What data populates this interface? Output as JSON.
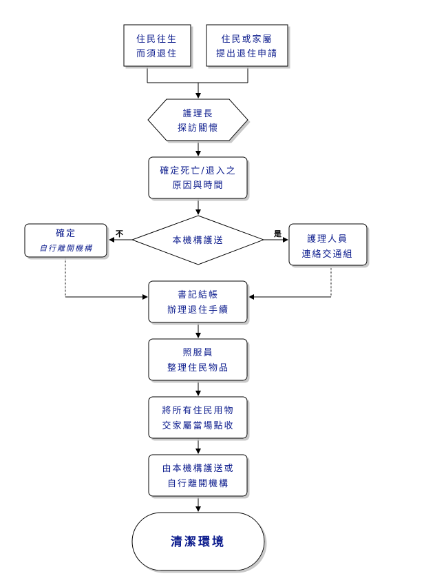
{
  "nodes": {
    "start_left": {
      "line1": "住民往生",
      "line2": "而須退住"
    },
    "start_right": {
      "line1": "住民或家屬",
      "line2": "提出退住申請"
    },
    "visit": {
      "line1": "護理長",
      "line2": "探訪關懷"
    },
    "confirm": {
      "line1": "確定死亡/退入之",
      "line2": "原因與時間"
    },
    "decision": {
      "line1": "本機構護送"
    },
    "self_confirm": {
      "line1": "確定",
      "line2": "自行離開機構"
    },
    "staff": {
      "line1": "護理人員",
      "line2": "連絡交通組"
    },
    "billing": {
      "line1": "書記結帳",
      "line2": "辦理退住手續"
    },
    "caregiver": {
      "line1": "照服員",
      "line2": "整理住民物品"
    },
    "handover": {
      "line1": "將所有住民用物",
      "line2": "交家屬當場點收"
    },
    "leave": {
      "line1": "由本機構護送或",
      "line2": "自行離開機構"
    },
    "end": {
      "line1": "清潔環境"
    }
  },
  "branches": {
    "no": "不",
    "yes": "是"
  },
  "colors": {
    "text": "#0a1a8c",
    "line": "#000000"
  }
}
